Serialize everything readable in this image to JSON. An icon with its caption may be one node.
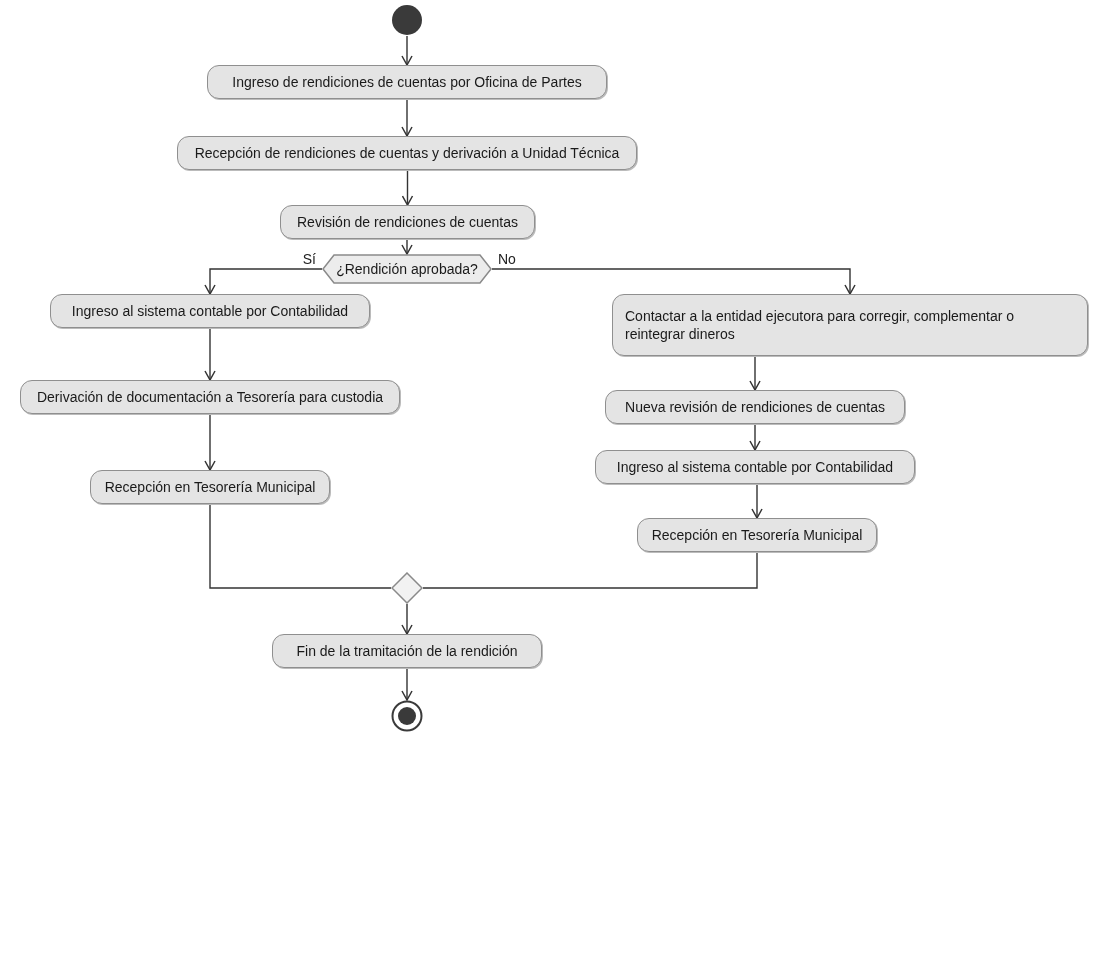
{
  "diagram": {
    "nodes": [
      {
        "text": [],
        "shape": "circle"
      },
      {
        "text": [
          "Ingreso de rendiciones de cuentas por Oficina de Partes"
        ]
      },
      {
        "text": [
          "Recepción de rendiciones de cuentas y derivación a Unidad Técnica"
        ]
      },
      {
        "text": [
          "Revisión de rendiciones de cuentas"
        ]
      },
      {
        "text": [
          "¿Rendición aprobada?"
        ]
      },
      {
        "text": [
          "Ingreso al sistema contable por Contabilidad"
        ]
      },
      {
        "text": [
          "Contactar a la entidad ejecutora para corregir, complementar o reintegrar dineros"
        ]
      },
      {
        "text": [
          "Derivación de documentación a Tesorería para custodia"
        ]
      },
      {
        "text": [
          "Nueva revisión de rendiciones de cuentas"
        ]
      },
      {
        "text": [
          "Recepción en Tesorería Municipal"
        ]
      },
      {
        "text": [
          "Ingreso al sistema contable por Contabilidad"
        ]
      },
      {
        "text": [
          "Recepción en Tesorería Municipal"
        ]
      },
      {
        "text": [],
        "shape": "diamond"
      },
      {
        "text": [
          "Fin de la tramitación de la rendición"
        ]
      },
      {
        "text": [],
        "shape": "circle"
      }
    ],
    "edges": [
      {
        "from": 0,
        "to": 1,
        "arrow": "to"
      },
      {
        "from": 1,
        "to": 2,
        "arrow": "to"
      },
      {
        "from": 2,
        "to": 3,
        "arrow": "to"
      },
      {
        "from": 3,
        "to": 4,
        "arrow": "to"
      },
      {
        "from": 4,
        "to": 5,
        "arrow": "to",
        "label": "Sí"
      },
      {
        "from": 4,
        "to": 6,
        "arrow": "to",
        "label": "No"
      },
      {
        "from": 5,
        "to": 7,
        "arrow": "to"
      },
      {
        "from": 7,
        "to": 9,
        "arrow": "to"
      },
      {
        "from": 6,
        "to": 8,
        "arrow": "to"
      },
      {
        "from": 8,
        "to": 10,
        "arrow": "to"
      },
      {
        "from": 10,
        "to": 11,
        "arrow": "to"
      },
      {
        "from": 9,
        "to": 12,
        "arrow": "none"
      },
      {
        "from": 11,
        "to": 12,
        "arrow": "none"
      },
      {
        "from": 12,
        "to": 13,
        "arrow": "to"
      },
      {
        "from": 13,
        "to": 14,
        "arrow": "to"
      }
    ]
  }
}
